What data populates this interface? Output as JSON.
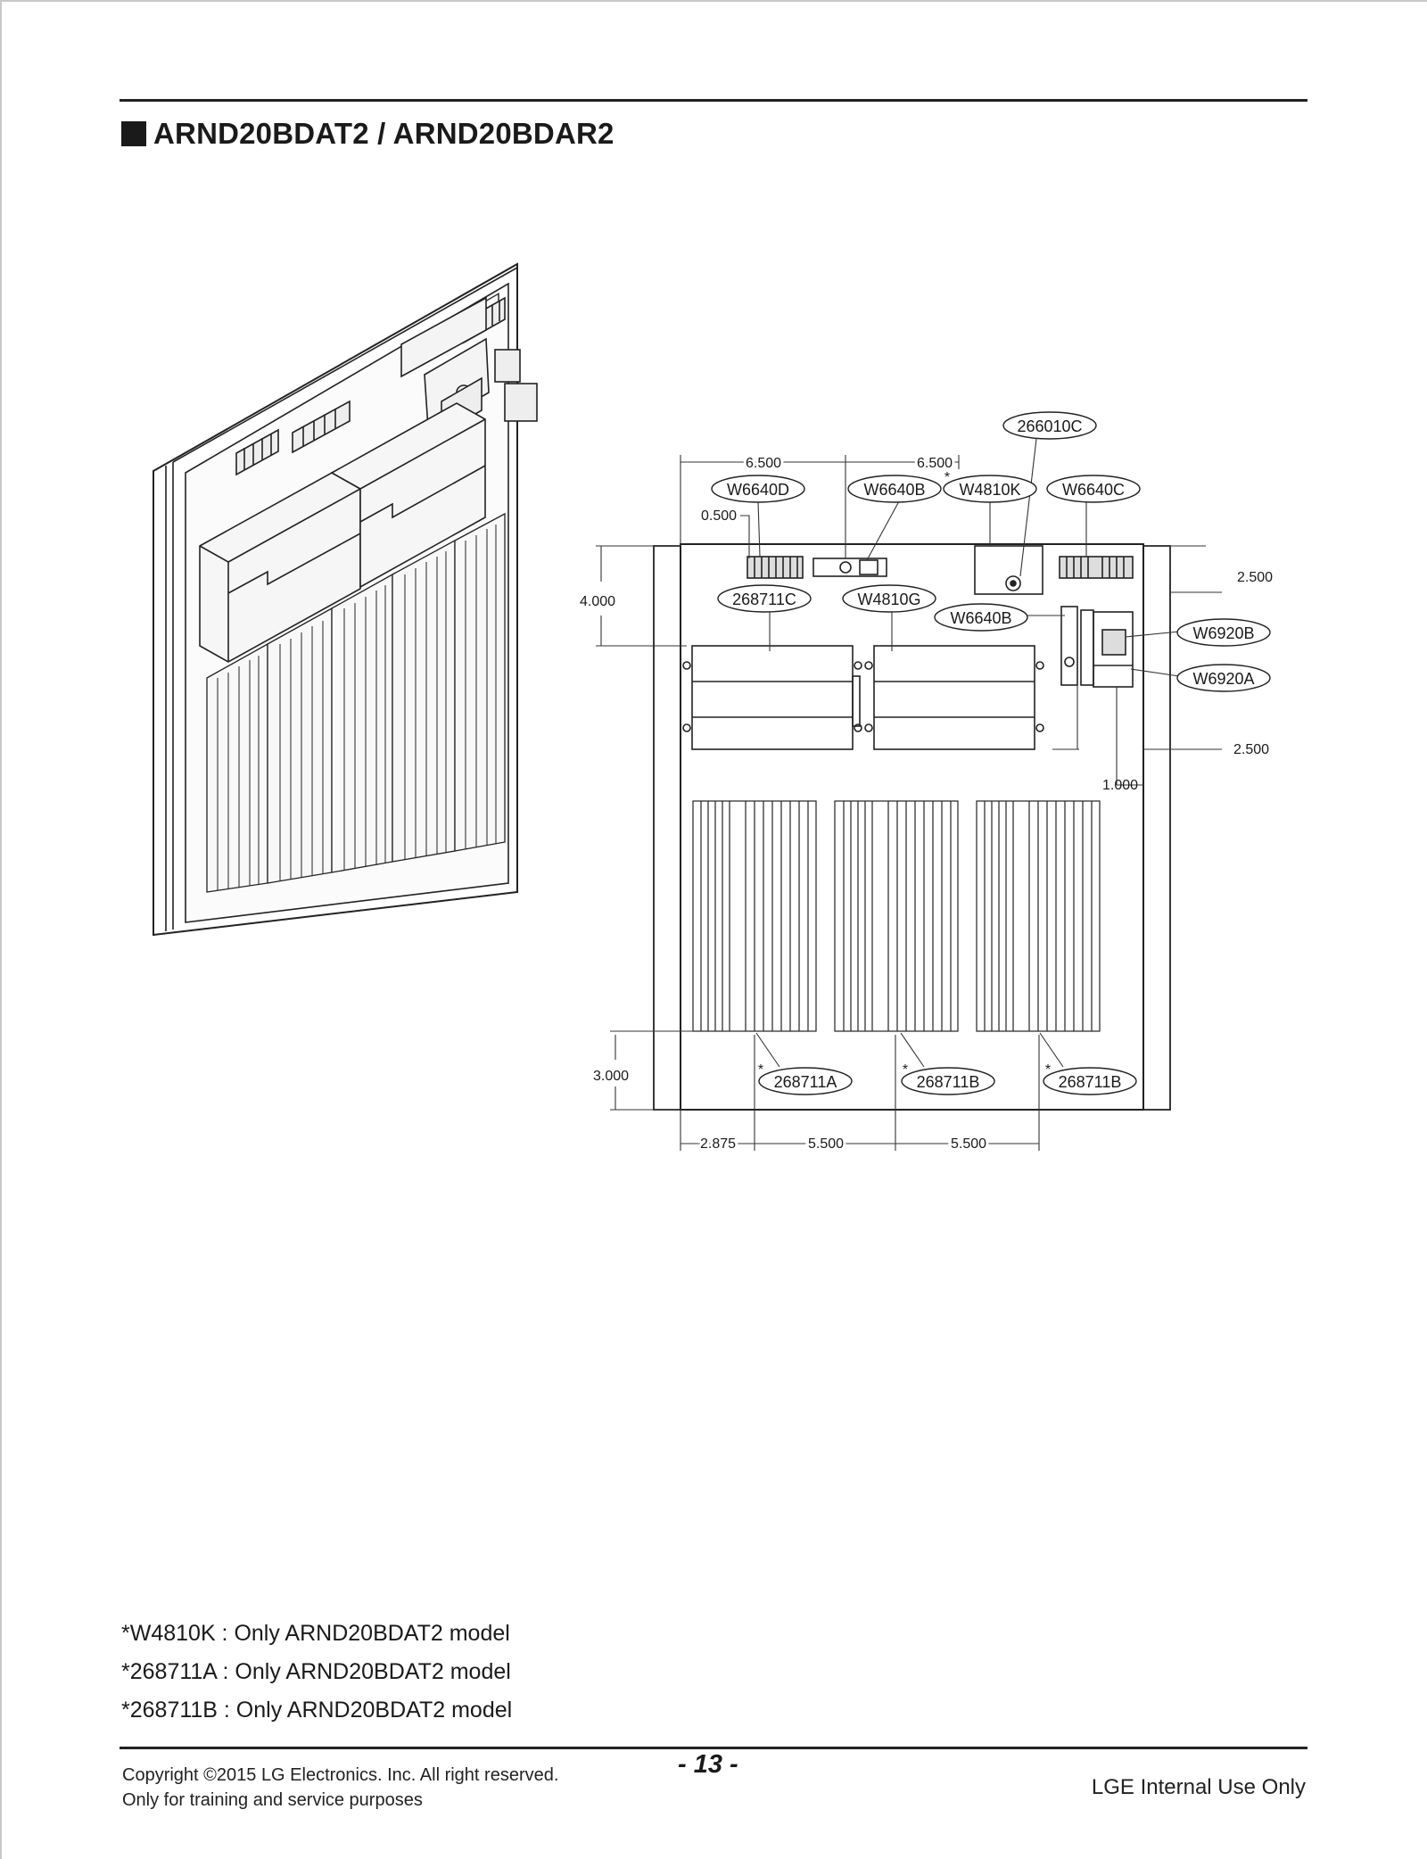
{
  "header": {
    "title": "ARND20BDAT2 / ARND20BDAR2"
  },
  "figure": {
    "dimensions": {
      "top_left": "6.500",
      "top_right": "6.500",
      "offset": "0.500",
      "left_height": "4.000",
      "right_top": "2.500",
      "right_mid": "2.500",
      "right_small": "1.000",
      "bottom_height": "3.000",
      "bottom_first": "2.875",
      "bottom_second": "5.500",
      "bottom_third": "5.500"
    },
    "callouts": {
      "c266010C": "266010C",
      "cW6640D": "W6640D",
      "cW6640B_top": "W6640B",
      "cW4810K": "W4810K",
      "cW6640C": "W6640C",
      "c268711C": "268711C",
      "cW4810G": "W4810G",
      "cW6640B_mid": "W6640B",
      "cW6920B": "W6920B",
      "cW6920A": "W6920A",
      "c268711A": "268711A",
      "c268711B_1": "268711B",
      "c268711B_2": "268711B",
      "asterisk": "*"
    }
  },
  "notes": [
    "*W4810K : Only ARND20BDAT2 model",
    "*268711A : Only ARND20BDAT2 model",
    "*268711B : Only ARND20BDAT2 model"
  ],
  "footer": {
    "copyright_line1": "Copyright ©2015 LG Electronics. Inc. All right reserved.",
    "copyright_line2": "Only for training and service purposes",
    "page_number": "- 13 -",
    "internal": "LGE Internal Use Only"
  }
}
